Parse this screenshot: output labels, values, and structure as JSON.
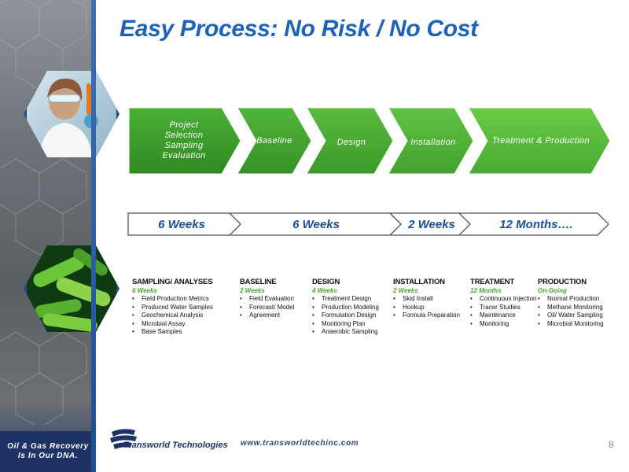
{
  "slide": {
    "title": "Easy Process: No Risk / No Cost",
    "page_number": "8",
    "website": "www.transworldtechinc.com",
    "slogan_line1": "Oil & Gas Recovery",
    "slogan_line2": "Is In Our DNA.",
    "logo_text": "Transworld Technologies"
  },
  "process_steps": [
    {
      "lines": [
        "Project",
        "Selection",
        "Sampling",
        "Evaluation"
      ],
      "color": "#3a9a2a"
    },
    {
      "lines": [
        "Baseline"
      ],
      "color": "#3f9f2c"
    },
    {
      "lines": [
        "Design"
      ],
      "color": "#45a530"
    },
    {
      "lines": [
        "Installation"
      ],
      "color": "#4dad34"
    },
    {
      "lines": [
        "Treatment & Production"
      ],
      "color": "#55b838"
    }
  ],
  "durations": [
    "6 Weeks",
    "6 Weeks",
    "2 Weeks",
    "12 Months…."
  ],
  "columns": [
    {
      "title": "SAMPLING/ ANALYSES",
      "duration": "6 Weeks",
      "items": [
        "Field Production Metrics",
        "Produced Water Samples",
        "Geochemical Analysis",
        "Microbial Assay",
        "Base Samples"
      ]
    },
    {
      "title": "BASELINE",
      "duration": "2 Weeks",
      "items": [
        "Field Evaluation",
        "Forecast/ Model",
        "Agreement"
      ]
    },
    {
      "title": "DESIGN",
      "duration": "4 Weeks",
      "items": [
        "Treatment Design",
        "Production Modeling",
        "Formulation Design",
        "Monitoring Plan",
        "Anaerobic Sampling"
      ]
    },
    {
      "title": "INSTALLATION",
      "duration": "2 Weeks",
      "items": [
        "Skid Install",
        "Hookup",
        "Formula Preparation"
      ]
    },
    {
      "title": "TREATMENT",
      "duration": "12 Months",
      "items": [
        "Continuous Injection",
        "Tracer Studies",
        "Maintenance",
        "Monitoring"
      ]
    },
    {
      "title": "PRODUCTION",
      "duration": "On-Going",
      "items": [
        "Normal Production",
        "Methane Monitoring",
        "Oil/ Water Sampling",
        "Microbial Monitoring"
      ]
    }
  ],
  "colors": {
    "title_blue": "#1a63b8",
    "duration_green": "#4aa32e",
    "navy": "#1e3265"
  },
  "images": {
    "top_photo": "scientist-photo",
    "mid_photo": "bacteria-photo"
  }
}
